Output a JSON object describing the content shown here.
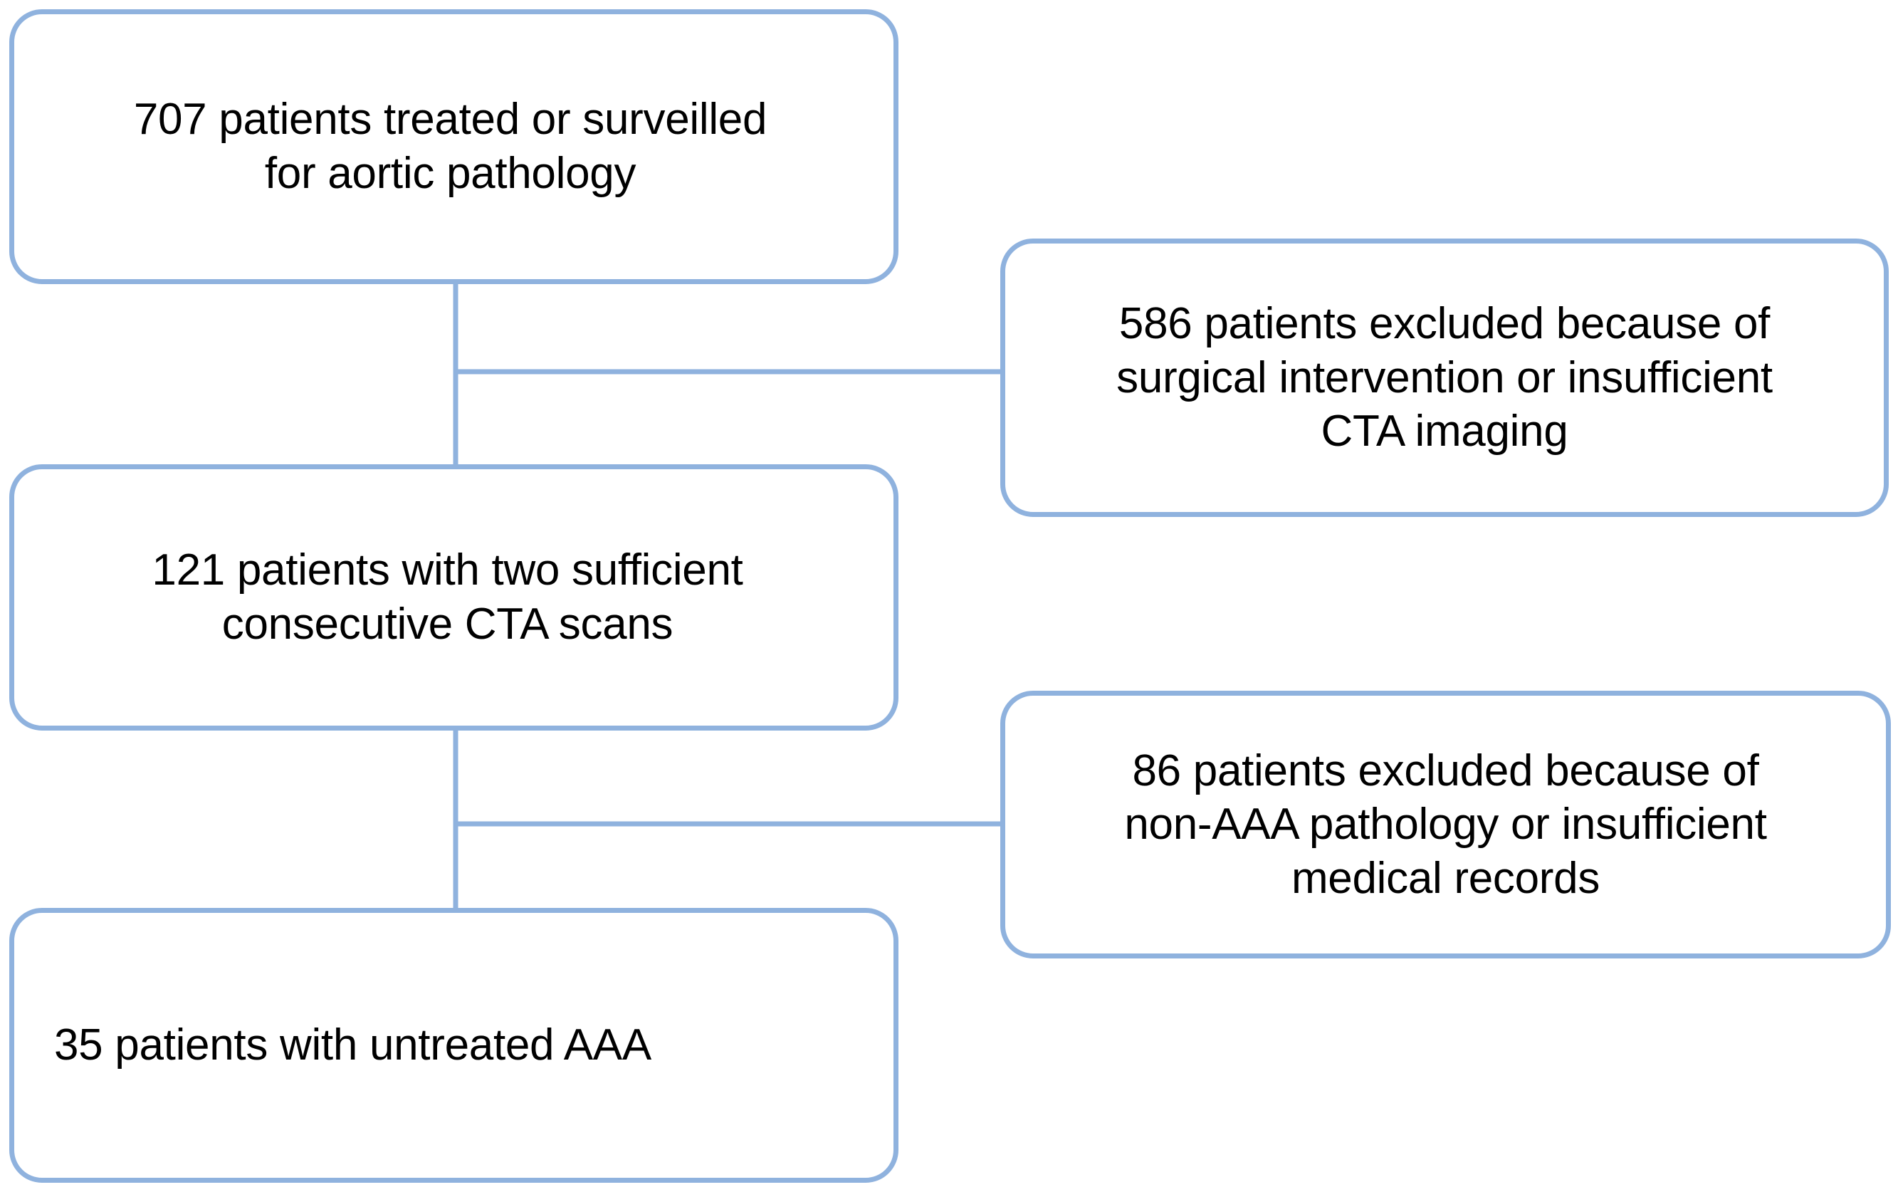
{
  "figure": {
    "kind": "patient-selection-flowchart",
    "accent_color": "#8fb2de",
    "background_color": "#ffffff",
    "text_color": "#000000"
  },
  "nodes": {
    "included_1": {
      "id": "included-1",
      "count": "707",
      "text": "707 patients treated or surveilled\nfor aortic pathology"
    },
    "excluded_1": {
      "id": "excluded-1",
      "count": "586",
      "text": "586 patients excluded because of\nsurgical intervention or insufficient\nCTA imaging"
    },
    "included_2": {
      "id": "included-2",
      "count": "121",
      "text": "121 patients with two sufficient\nconsecutive CTA scans"
    },
    "excluded_2": {
      "id": "excluded-2",
      "count": "86",
      "text": "86 patients excluded because of\nnon-AAA pathology or insufficient\nmedical records"
    },
    "included_3": {
      "id": "included-3",
      "count": "35",
      "text": "35 patients with untreated AAA"
    }
  },
  "connectors": [
    {
      "name": "spine-1",
      "from": "included_1",
      "to": "included_2",
      "orientation": "vertical"
    },
    {
      "name": "branch-1",
      "from": "spine-1",
      "to": "excluded_1",
      "orientation": "horizontal"
    },
    {
      "name": "spine-2",
      "from": "included_2",
      "to": "included_3",
      "orientation": "vertical"
    },
    {
      "name": "branch-2",
      "from": "spine-2",
      "to": "excluded_2",
      "orientation": "horizontal"
    }
  ]
}
